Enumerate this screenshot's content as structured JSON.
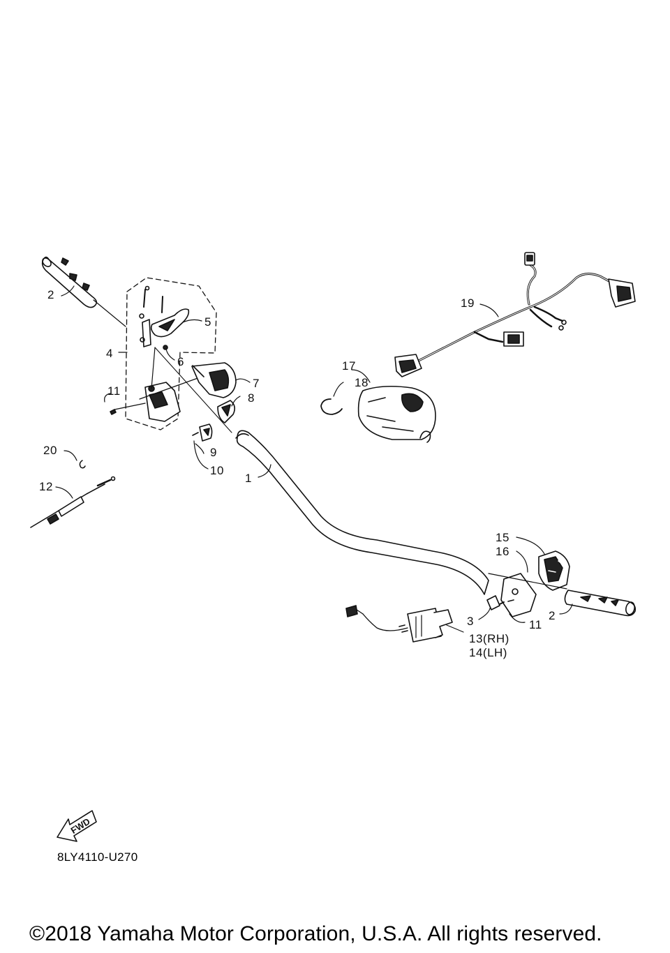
{
  "diagram": {
    "code": "8LY4110-U270",
    "copyright": "©2018 Yamaha Motor Corporation, U.S.A. All rights reserved.",
    "fwd_label": "FWD",
    "fwd_icon": "fwd-arrow-icon"
  },
  "callouts": {
    "c1": "1",
    "c2_left": "2",
    "c2_right": "2",
    "c3": "3",
    "c4": "4",
    "c5": "5",
    "c6": "6",
    "c7": "7",
    "c8": "8",
    "c9": "9",
    "c10": "10",
    "c11_left": "11",
    "c11_right": "11",
    "c12": "12",
    "c13": "13(RH)",
    "c14": "14(LH)",
    "c15": "15",
    "c16": "16",
    "c17": "17",
    "c18": "18",
    "c19": "19",
    "c20": "20"
  }
}
